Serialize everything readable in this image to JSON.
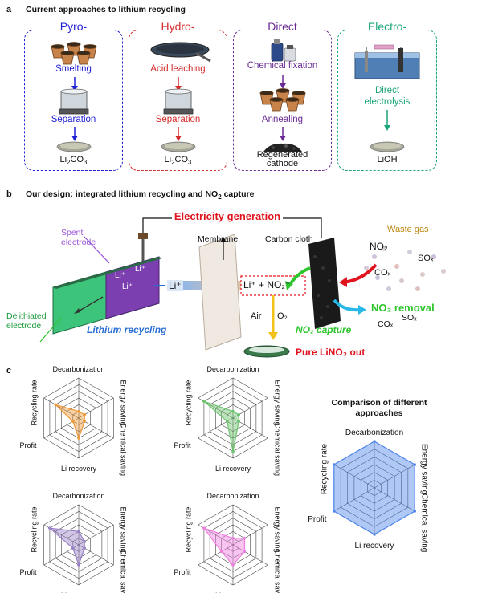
{
  "panels": {
    "a": {
      "label": "a",
      "title": "Current approaches to lithium recycling"
    },
    "b": {
      "label": "b",
      "title": "Our design: integrated lithium recycling and NO",
      "title_sub": "2",
      "title_after": " capture"
    },
    "c": {
      "label": "c"
    }
  },
  "approaches": [
    {
      "title": "Pyro-",
      "color": "#1f1fd6",
      "steps": [
        "Smelting",
        "Separation"
      ],
      "product": "Li₂CO₃"
    },
    {
      "title": "Hydro-",
      "color": "#d42a2a",
      "steps": [
        "Acid leaching",
        "Separation"
      ],
      "product": "Li₂CO₃"
    },
    {
      "title": "Direct",
      "color": "#6a2a93",
      "steps": [
        "Chemical fixation",
        "Annealing"
      ],
      "product": "Regenerated\ncathode"
    },
    {
      "title": "Electro-",
      "color": "#1aa67a",
      "steps": [
        "Direct\nelectrolysis"
      ],
      "product": "LiOH"
    }
  ],
  "design": {
    "electricity": "Electricity generation",
    "spent_electrode": "Spent\nelectrode",
    "delithiated_electrode": "Delithiated\nelectrode",
    "membrane": "Membrane",
    "carbon_cloth": "Carbon cloth",
    "waste_gas": "Waste gas",
    "no2": "NO₂",
    "sox": "SOₓ",
    "cox": "COₓ",
    "li_ion": "Li⁺",
    "li_plus_no2": "Li⁺ + NO₂⁻",
    "air": "Air",
    "o2": "O₂",
    "lithium_recycling": "Lithium recycling",
    "no2_capture": "NO₂ capture",
    "no2_removal": "NO₂ removal",
    "cox2": "COₓ",
    "sox2": "SOₓ",
    "product": "Pure LiNO₃ out",
    "colors": {
      "red": "#e0141e",
      "blue": "#2a6fd6",
      "green": "#2fc52f",
      "cyan": "#27b8e8",
      "purple": "#9a55d8",
      "gold": "#b8860b"
    }
  },
  "radar": {
    "axes": [
      "Decarbonization",
      "Energy saving",
      "Chemical saving",
      "Li recovery",
      "Profit",
      "Recycling rate"
    ],
    "comparison_title": "Comparison of different\napproaches",
    "charts": [
      {
        "color": "#f09a3a",
        "values": [
          1,
          1,
          1,
          3,
          1,
          4
        ]
      },
      {
        "color": "#6cc46c",
        "values": [
          1,
          1,
          1,
          5,
          1,
          5
        ]
      },
      {
        "color": "#9a80c8",
        "values": [
          2,
          1,
          1,
          3,
          1,
          5
        ]
      },
      {
        "color": "#ef7fe0",
        "values": [
          1,
          2,
          2,
          3,
          2,
          5
        ]
      },
      {
        "color": "#4f86e8",
        "values": [
          6,
          6,
          6,
          6,
          6,
          6
        ]
      }
    ]
  }
}
